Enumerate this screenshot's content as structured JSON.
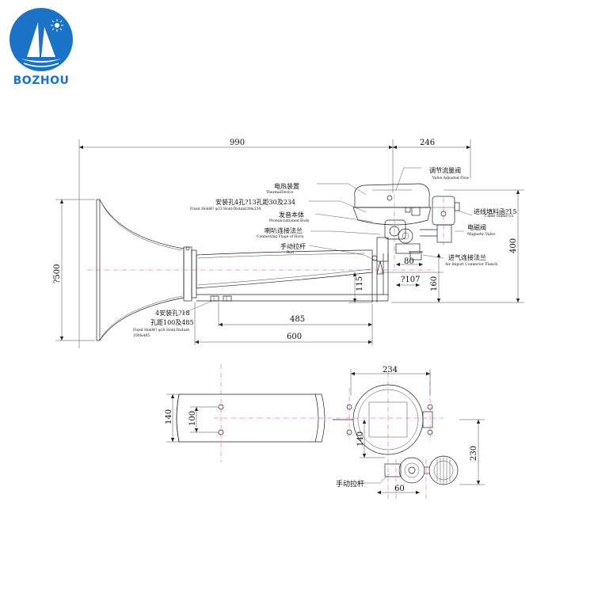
{
  "brand": {
    "name": "BOZHOU",
    "color": "#1a73c7"
  },
  "side_view": {
    "dimensions": {
      "total_length": "990",
      "right_offset": "246",
      "mouth_diameter": "?500",
      "height_total": "400",
      "base_length": "485",
      "length_600": "600",
      "height_115": "115",
      "flange_80": "80",
      "diameter_107": "?107",
      "height_160": "160"
    },
    "labels": [
      {
        "cn": "调节流量阀",
        "en": "Valve Adjusted Flow"
      },
      {
        "cn": "电热装置",
        "en": "ThermalDevice"
      },
      {
        "cn": "安装孔4孔?13孔距30及234",
        "en": "Fixed Hold4? φ13 Hold-Distant30&234"
      },
      {
        "cn": "发音本体",
        "en": "Pronunciationed Body"
      },
      {
        "cn": "喇叭连接法兰",
        "en": "Connecting Flage of Horn"
      },
      {
        "cn": "手动拉杆",
        "en": "Rod"
      },
      {
        "cn": "进线填料函?15",
        "en": "Cable Gland?15"
      },
      {
        "cn": "电磁阀",
        "en": "Magnetic Valve"
      },
      {
        "cn": "进气连接法兰",
        "en": "Air Import Connector Flanch"
      },
      {
        "cn": "4安装孔?18",
        "en": ""
      },
      {
        "cn": "孔距100及485",
        "en": ""
      },
      {
        "cn": "",
        "en": "Fixed Hold4? φ18 Hold-Distant"
      },
      {
        "cn": "",
        "en": "100&485"
      }
    ]
  },
  "top_view": {
    "dimensions": {
      "width_234": "234",
      "height_140_left": "140",
      "height_100": "100",
      "height_140_right": "140",
      "height_230": "230",
      "width_60": "60"
    },
    "labels": [
      {
        "cn": "手动拉杆"
      }
    ]
  }
}
